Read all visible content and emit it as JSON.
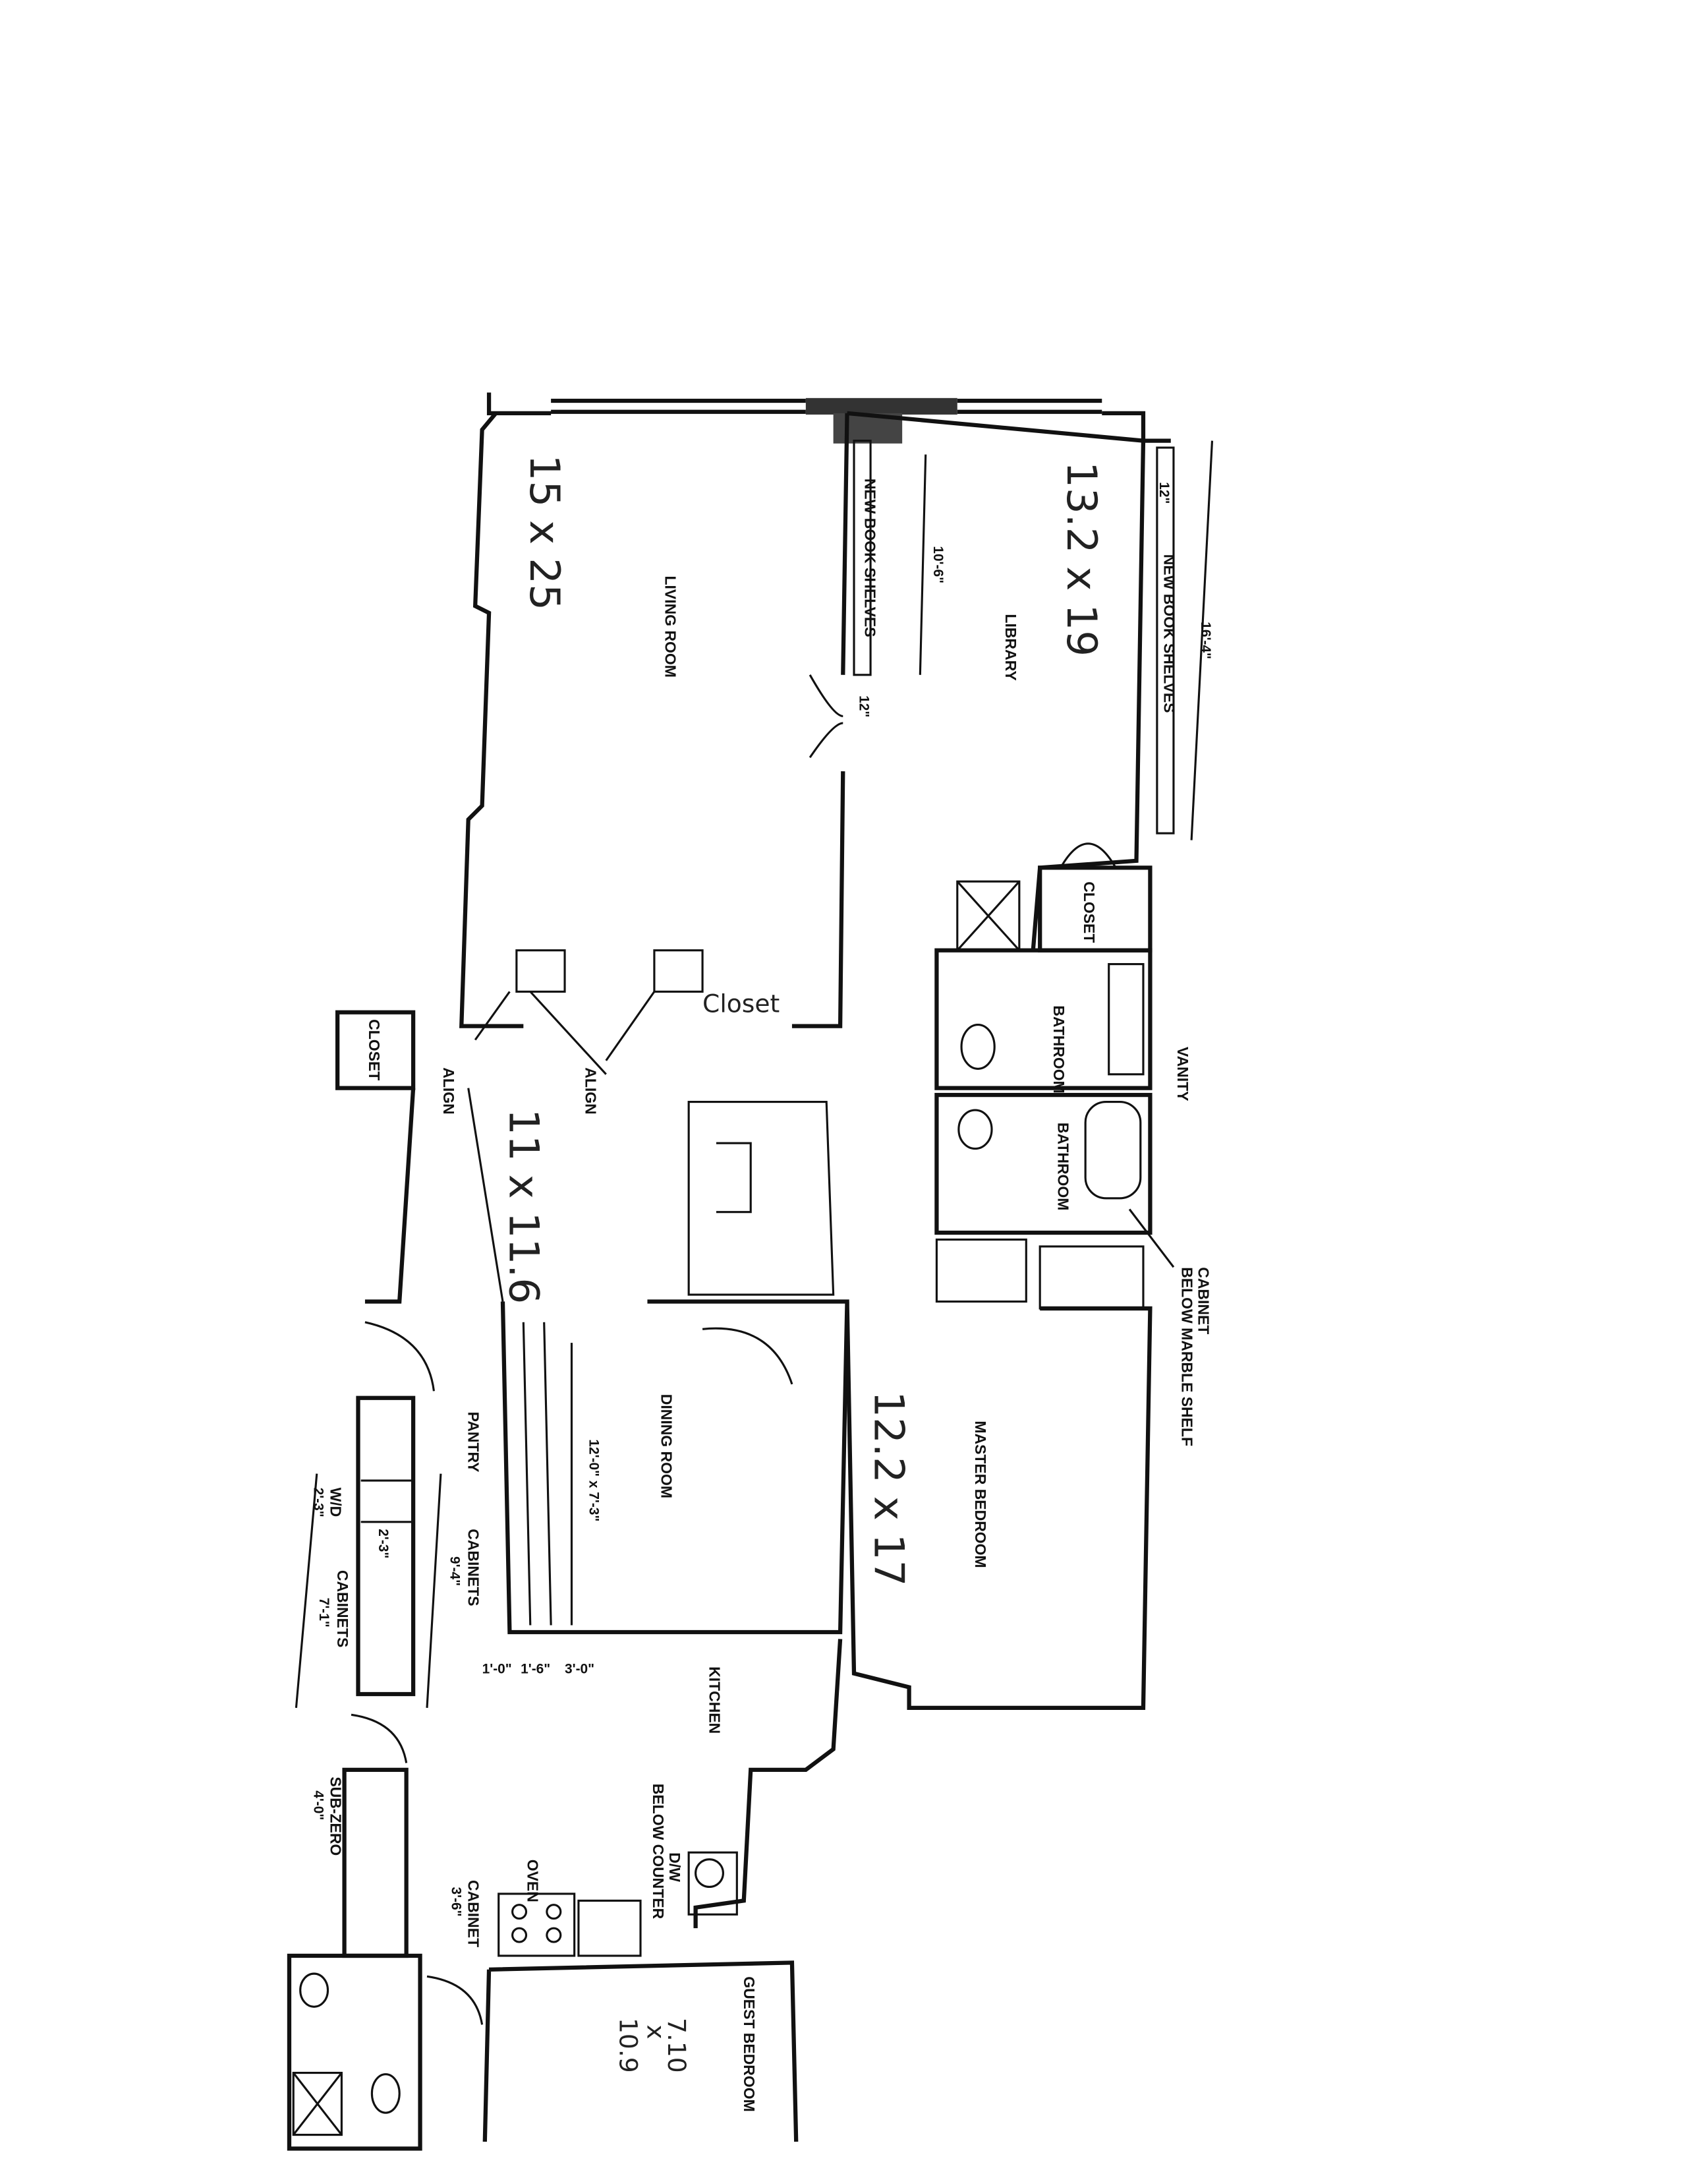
{
  "plan": {
    "rooms": {
      "living_room": "LIVING ROOM",
      "library": "LIBRARY",
      "closet_library": "CLOSET",
      "closet_entry": "CLOSET",
      "bathroom_1": "BATHROOM",
      "bathroom_2": "BATHROOM",
      "master_bedroom": "MASTER BEDROOM",
      "dining_room": "DINING ROOM",
      "pantry": "PANTRY",
      "kitchen": "KITCHEN",
      "guest_bedroom": "GUEST BEDROOM"
    },
    "fixtures": {
      "book_shelves_1": "NEW BOOK SHELVES",
      "book_shelves_2": "NEW BOOK SHELVES",
      "vanity": "VANITY",
      "cabinet_marble_1": "CABINET",
      "cabinet_marble_2": "BELOW MARBLE SHELF",
      "align_1": "ALIGN",
      "align_2": "ALIGN",
      "wd": "W/D",
      "cabinets_1": "CABINETS",
      "cabinets_2": "CABINETS",
      "dw_1": "D/W",
      "dw_2": "BELOW COUNTER",
      "oven": "OVEN",
      "cabinet": "CABINET",
      "sub_zero": "SUB-ZERO"
    },
    "dimensions": {
      "shelf_lr": "10'-6\"",
      "shelf_lib": "16'-4\"",
      "s12a": "12\"",
      "s12b": "12\"",
      "wd": "2'-3\"",
      "wd2": "2'-3\"",
      "cab1": "7'-1\"",
      "cab2": "9'-4\"",
      "k1": "1'-0\"",
      "k2": "1'-6\"",
      "k3": "3'-0\"",
      "cabinet": "3'-6\"",
      "subzero": "4'-0\"",
      "dining": "12'-0\" x 7'-3\""
    },
    "handwritten": {
      "living": "15 x 25",
      "library": "13.2 x 19",
      "closet": "Closet",
      "foyer": "11 x 11.6",
      "master": "12.2 x 17",
      "guest_1": "7.10",
      "guest_x": "x",
      "guest_2": "10.9"
    }
  }
}
